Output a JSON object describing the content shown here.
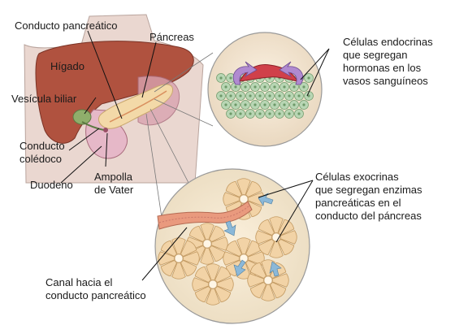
{
  "labels": {
    "pancreatic_duct": "Conducto pancreático",
    "pancreas": "Páncreas",
    "liver": "Hígado",
    "gallbladder": "Vesícula biliar",
    "common_bile_duct": "Conducto\ncolédoco",
    "duodenum": "Duodeno",
    "ampulla": "Ampolla\nde Vater",
    "endocrine_cells": "Células endocrinas\nque segregan\nhormonas en los\nvasos sanguíneos",
    "exocrine_cells": "Células exocrinas\nque segregan enzimas\npancreáticas en el\nconducto del páncreas",
    "channel": "Canal hacia el\nconducto pancreático"
  },
  "colors": {
    "skin": "#ead7d0",
    "liver": "#b0523f",
    "pancreas": "#f3d9a8",
    "duodenum": "#e6b8c8",
    "gallbladder": "#8fae6b",
    "endocrine_cells": "#b8d6b4",
    "exocrine_cells": "#f2d3a6",
    "blood": "#d0404a",
    "hormone_arrow": "#b08ad0",
    "enzyme_arrow": "#8bb8d8"
  }
}
